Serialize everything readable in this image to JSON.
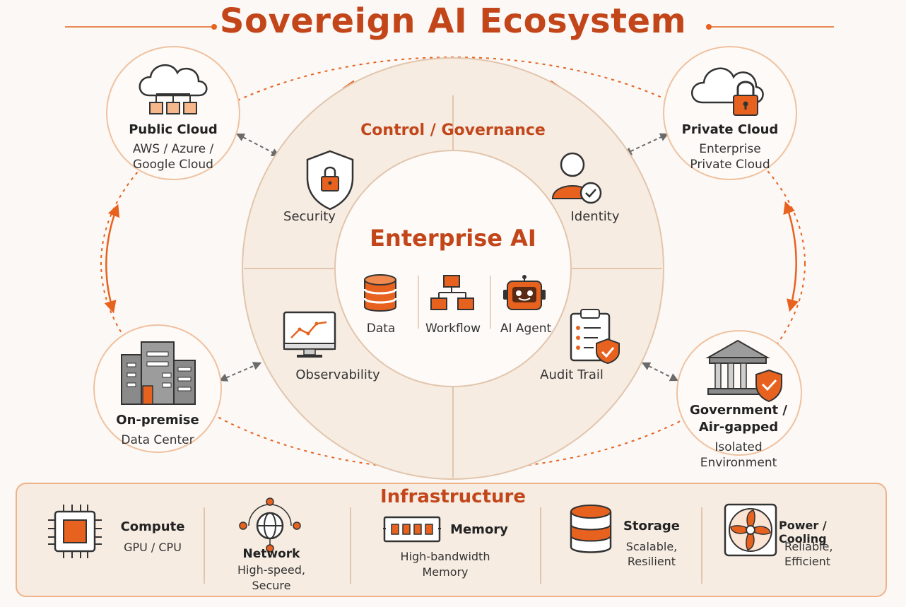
{
  "title": "Sovereign AI Ecosystem",
  "core": {
    "ring_title": "Control / Governance",
    "center_title": "Enterprise AI",
    "ring_items": [
      "Security",
      "Identity",
      "Observability",
      "Audit Trail"
    ],
    "center_items": [
      "Data",
      "Workflow",
      "AI Agent"
    ]
  },
  "deployments": [
    {
      "name": "Public Cloud",
      "desc_lines": [
        "AWS / Azure /",
        "Google Cloud"
      ]
    },
    {
      "name": "Private Cloud",
      "desc_lines": [
        "Enterprise",
        "Private Cloud"
      ]
    },
    {
      "name": "On-premise",
      "desc_lines": [
        "Data Center"
      ]
    },
    {
      "name_lines": [
        "Government /",
        "Air-gapped"
      ],
      "desc_lines": [
        "Isolated",
        "Environment"
      ]
    }
  ],
  "infrastructure": {
    "title": "Infrastructure",
    "items": [
      {
        "name": "Compute",
        "desc_lines": [
          "GPU / CPU"
        ]
      },
      {
        "name": "Network",
        "desc_lines": [
          "High-speed,",
          "Secure"
        ]
      },
      {
        "name": "Memory",
        "desc_lines": [
          "High-bandwidth",
          "Memory"
        ]
      },
      {
        "name": "Storage",
        "desc_lines": [
          "Scalable,",
          "Resilient"
        ]
      },
      {
        "name": "Power / Cooling",
        "desc_lines": [
          "Reliable,",
          "Efficient"
        ]
      }
    ]
  },
  "colors": {
    "accent": "#e8621f",
    "accent_dark": "#c2461a",
    "gray": "#6e6e6e",
    "panel": "#f6ece2"
  }
}
